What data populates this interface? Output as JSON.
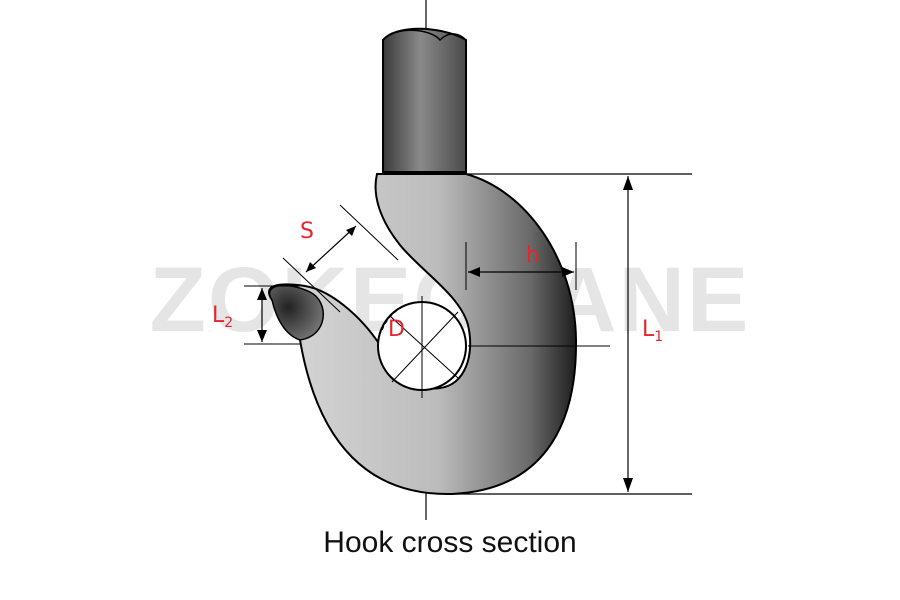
{
  "diagram": {
    "watermark": "ZOKECRANE",
    "caption": "Hook cross section",
    "labels": {
      "s": "S",
      "h": "h",
      "d": "D",
      "l1_main": "L",
      "l1_sub": "1",
      "l2_main": "L",
      "l2_sub": "2"
    },
    "colors": {
      "label": "#e8242b",
      "line": "#000000",
      "watermark": "#d0d0d0"
    }
  }
}
